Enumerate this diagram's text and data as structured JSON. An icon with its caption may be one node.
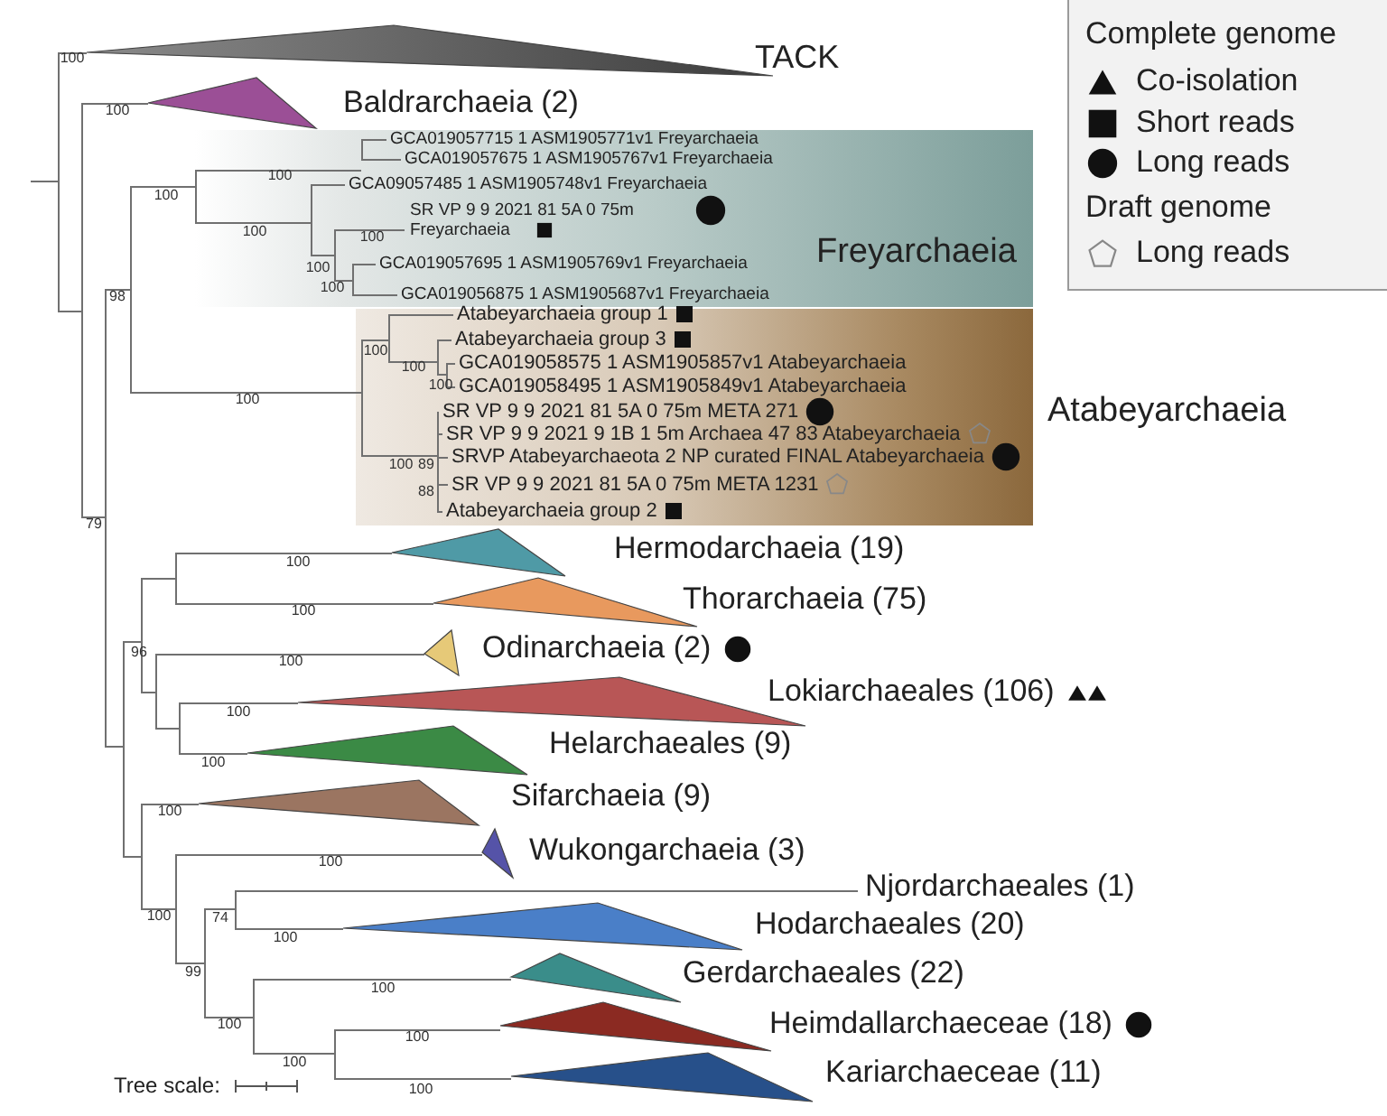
{
  "diagram": {
    "nodes": [
      {
        "text": [
          "GCA019057715 1 ASM1905771v1 Freyarchaeia",
          "GCA019057675 1 ASM1905767v1 Freyarchaeia",
          "GCA09057485 1 ASM1905748v1 Freyarchaeia",
          "SR VP 9 9 2021 81 5A 0 75m Freyarchaeia",
          "GCA019057695 1 ASM1905769v1 Freyarchaeia",
          "GCA019056875 1 ASM1905687v1 Freyarchaeia",
          "Freyarchaeia"
        ]
      },
      {
        "text": [
          "Atabeyarchaeia group 1",
          "Atabeyarchaeia group 3",
          "GCA019058575 1 ASM1905857v1 Atabeyarchaeia",
          "GCA019058495 1 ASM1905849v1 Atabeyarchaeia",
          "SR VP 9 9 2021 81 5A 0 75m META 271",
          "SR VP 9 9 2021 9 1B 1 5m Archaea 47 83 Atabeyarchaeia",
          "SRVP Atabeyarchaeota 2 NP curated FINAL Atabeyarchaeia",
          "SR VP 9 9 2021 81 5A 0 75m META 1231",
          "Atabeyarchaeia group 2",
          "Atabeyarchaeia"
        ]
      }
    ],
    "labels": [
      "Complete genome",
      "TACK",
      "100",
      "Baldrarchaeia (2)",
      "100",
      "100",
      "100",
      "Draft genome",
      "100",
      "100",
      "100",
      "100",
      "98",
      "100",
      "100",
      "100",
      "100",
      "100",
      "89",
      "88",
      "79",
      "Hermodarchaeia (19)",
      "100",
      "Thorarchaeia (75)",
      "100",
      "96",
      "Odinarchaeia (2)",
      "100",
      "Lokiarchaeales (106)",
      "100",
      "Helarchaeales (9)",
      "100",
      "Sifarchaeia (9)",
      "100",
      "Wukongarchaeia (3)",
      "100",
      "Njordarchaeales (1)",
      "100",
      "74",
      "Hodarchaeales (20)",
      "100",
      "99",
      "Gerdarchaeales (22)",
      "100",
      "Heimdallarchaeceae (18)",
      "100",
      "100",
      "100",
      "Kariarchaeceae (11)",
      "Tree scale:",
      "100"
    ],
    "legend": [
      {
        "text": "Co-isolation"
      },
      {
        "text": "Short reads"
      },
      {
        "text": "Long reads"
      },
      {
        "text": "Long reads"
      }
    ]
  }
}
